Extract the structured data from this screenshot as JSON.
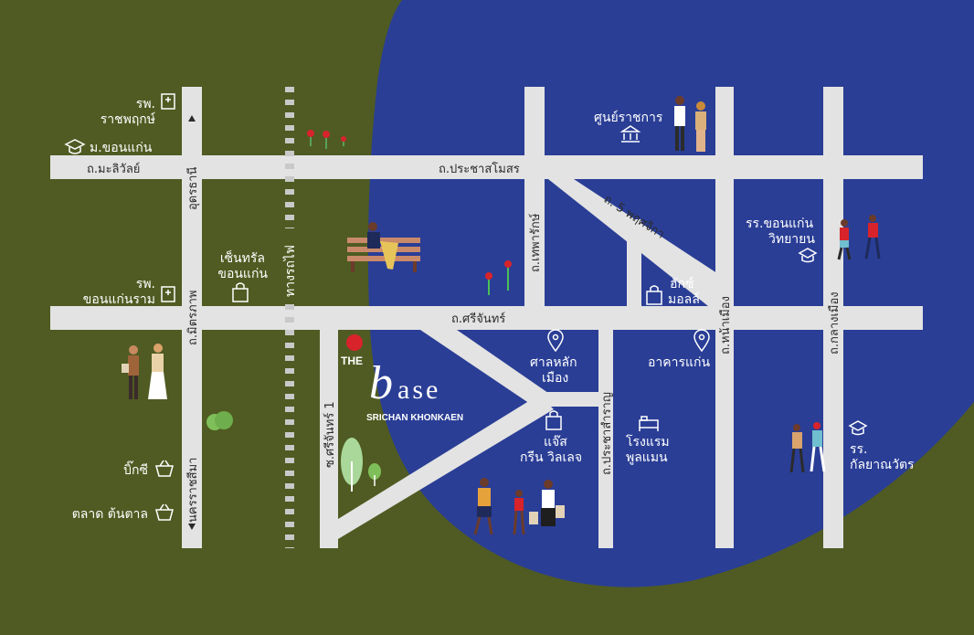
{
  "colors": {
    "background_green": "#4f5b22",
    "water_blue": "#2a3e96",
    "road_gray": "#e3e3e3",
    "accent_red": "#d8232a",
    "label_white": "#ffffff",
    "road_text": "#2b2b2b"
  },
  "brand": {
    "logo_the": "THE",
    "logo_word_b": "b",
    "logo_word_rest": "ase",
    "logo_sub": "SRICHAN KHONKAEN"
  },
  "roads": {
    "malivan": "ถ.มะลิวัลย์",
    "prachasamosorn": "ถ.ประชาสโมสร",
    "srichan": "ถ.ศรีจันทร์",
    "udonthani": "อุดรธานี",
    "mitraphap": "ถ.มิตรภาพ",
    "nakhonratchasima": "นครราชสีมา",
    "railway": "ทางรถไฟ",
    "soi_srichan1": "ซ.ศรีจันทร์ 1",
    "theparak": "ถ.เทพารักษ์",
    "ha_phruetsaphakhom": "ถ. 5 พฤศจิกา",
    "na_mueang": "ถ.หน้าเมือง",
    "klang_mueang": "ถ.กลางเมือง",
    "pracha_samran": "ถ.ประชาสำราญ"
  },
  "places": {
    "rajaphruek_1": "รพ.",
    "rajaphruek_2": "ราชพฤกษ์",
    "khonkaen_univ": "ม.ขอนแก่น",
    "central_1": "เซ็นทรัล",
    "central_2": "ขอนแก่น",
    "khonkaen_ram_1": "รพ.",
    "khonkaen_ram_2": "ขอนแก่นราม",
    "bigc": "บิ๊กซี",
    "tontan": "ตลาด ต้นตาล",
    "government_center": "ศูนย์ราชการ",
    "school_witthayayon_1": "รร.ขอนแก่น",
    "school_witthayayon_2": "วิทยายน",
    "huk_mall_1": "ฮักซ์",
    "huk_mall_2": "มอลล์",
    "city_pillar_1": "ศาลหลัก",
    "city_pillar_2": "เมือง",
    "khaen_building": "อาคารแก่น",
    "jas_green_1": "แจ๊ส",
    "jas_green_2": "กรีน วิลเลจ",
    "pullman_1": "โรงแรม",
    "pullman_2": "พูลแมน",
    "kanlayanawat_1": "รร.",
    "kanlayanawat_2": "กัลยาณวัตร"
  },
  "icons": [
    "hospital-icon",
    "graduation-cap-icon",
    "shopping-bag-icon",
    "basket-icon",
    "government-building-icon",
    "map-pin-icon",
    "hotel-bed-icon"
  ]
}
